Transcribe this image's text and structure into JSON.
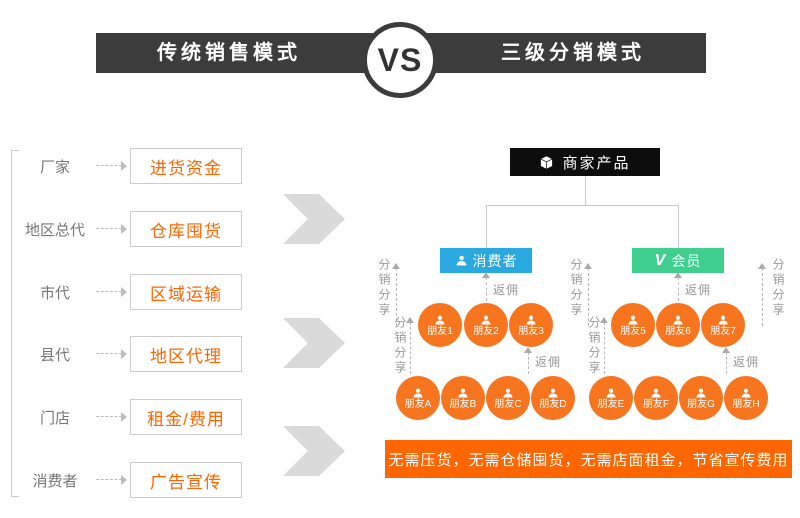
{
  "header": {
    "left_title": "传统销售模式",
    "vs": "VS",
    "right_title": "三级分销模式"
  },
  "traditional": {
    "rows": [
      {
        "label": "厂家",
        "cost": "进货资金"
      },
      {
        "label": "地区总代",
        "cost": "仓库囤货"
      },
      {
        "label": "市代",
        "cost": "区域运输"
      },
      {
        "label": "县代",
        "cost": "地区代理"
      },
      {
        "label": "门店",
        "cost": "租金/费用"
      },
      {
        "label": "消费者",
        "cost": "广告宣传"
      }
    ]
  },
  "distribution": {
    "root_label": "商家产品",
    "consumer_label": "消费者",
    "member_label": "会员",
    "member_badge": "V",
    "share_label": "分销分享",
    "rebate_label": "返佣",
    "consumer_level1": [
      "朋友1",
      "朋友2",
      "朋友3"
    ],
    "consumer_level2": [
      "朋友A",
      "朋友B",
      "朋友C",
      "朋友D"
    ],
    "member_level1": [
      "朋友5",
      "朋友6",
      "朋友7"
    ],
    "member_level2": [
      "朋友E",
      "朋友F",
      "朋友G",
      "朋友H"
    ]
  },
  "footer": {
    "banner_text": "无需压货，无需仓储囤货，无需店面租金，节省宣传费用"
  },
  "icons": {
    "root": "cube-icon",
    "consumer": "person-icon",
    "member": "v-badge",
    "friend": "person-icon"
  },
  "colors": {
    "header_dark": "#3c3c3c",
    "accent_orange": "#ff6600",
    "friend_circle": "#f7751f",
    "consumer_blue": "#2aa8e0",
    "member_green": "#3fd08f",
    "arrow_gray": "#dadada"
  }
}
